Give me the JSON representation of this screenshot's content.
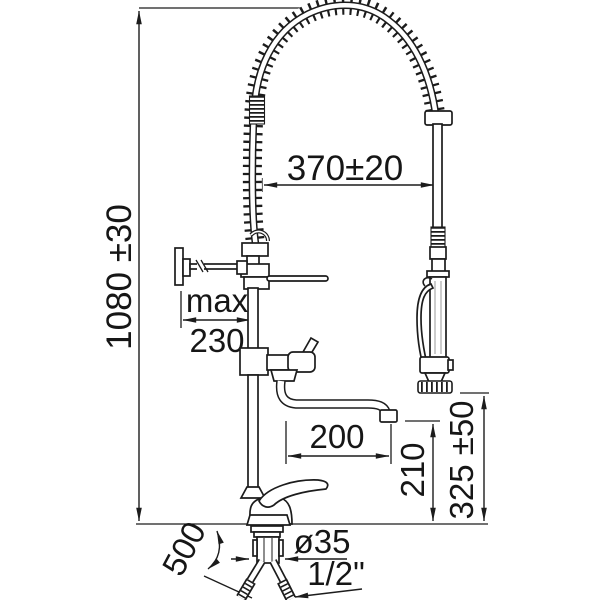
{
  "labels": {
    "overall_height": "1080 ±30",
    "hose_drop_width": "370±20",
    "max_label": "max",
    "max_value": "230",
    "spout_reach": "200",
    "spout_height": "210",
    "gun_clearance": "325 ±50",
    "hose_length": "500",
    "deck_hole": "ø35",
    "connection_size": "1/2\""
  },
  "colors": {
    "line": "#1c1c1c",
    "background": "#ffffff"
  }
}
